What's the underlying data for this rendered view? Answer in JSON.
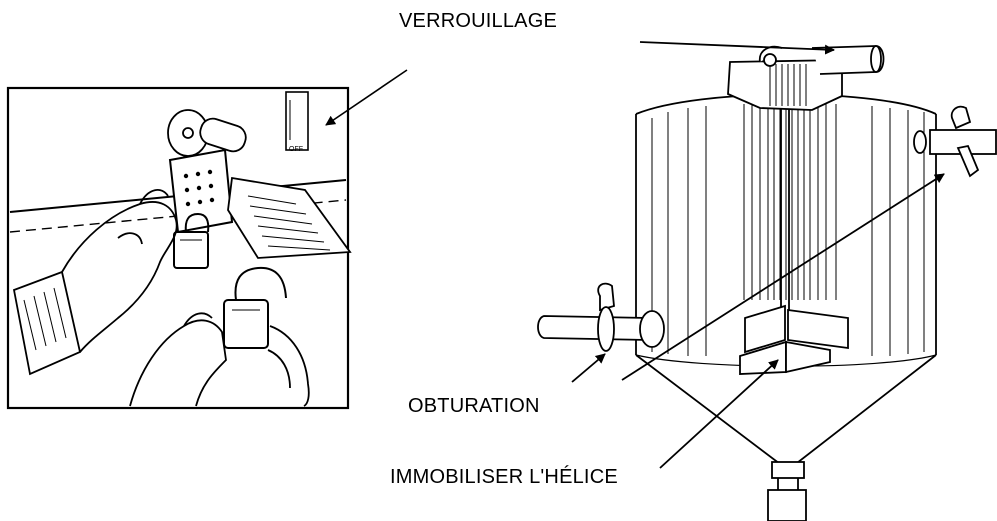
{
  "labels": {
    "lockout": "VERROUILLAGE",
    "obturation": "OBTURATION",
    "immobilize": "IMMOBILISER L'HÉLICE"
  },
  "panel_tag_text": "OFF",
  "colors": {
    "ink": "#000000",
    "paper": "#ffffff"
  }
}
